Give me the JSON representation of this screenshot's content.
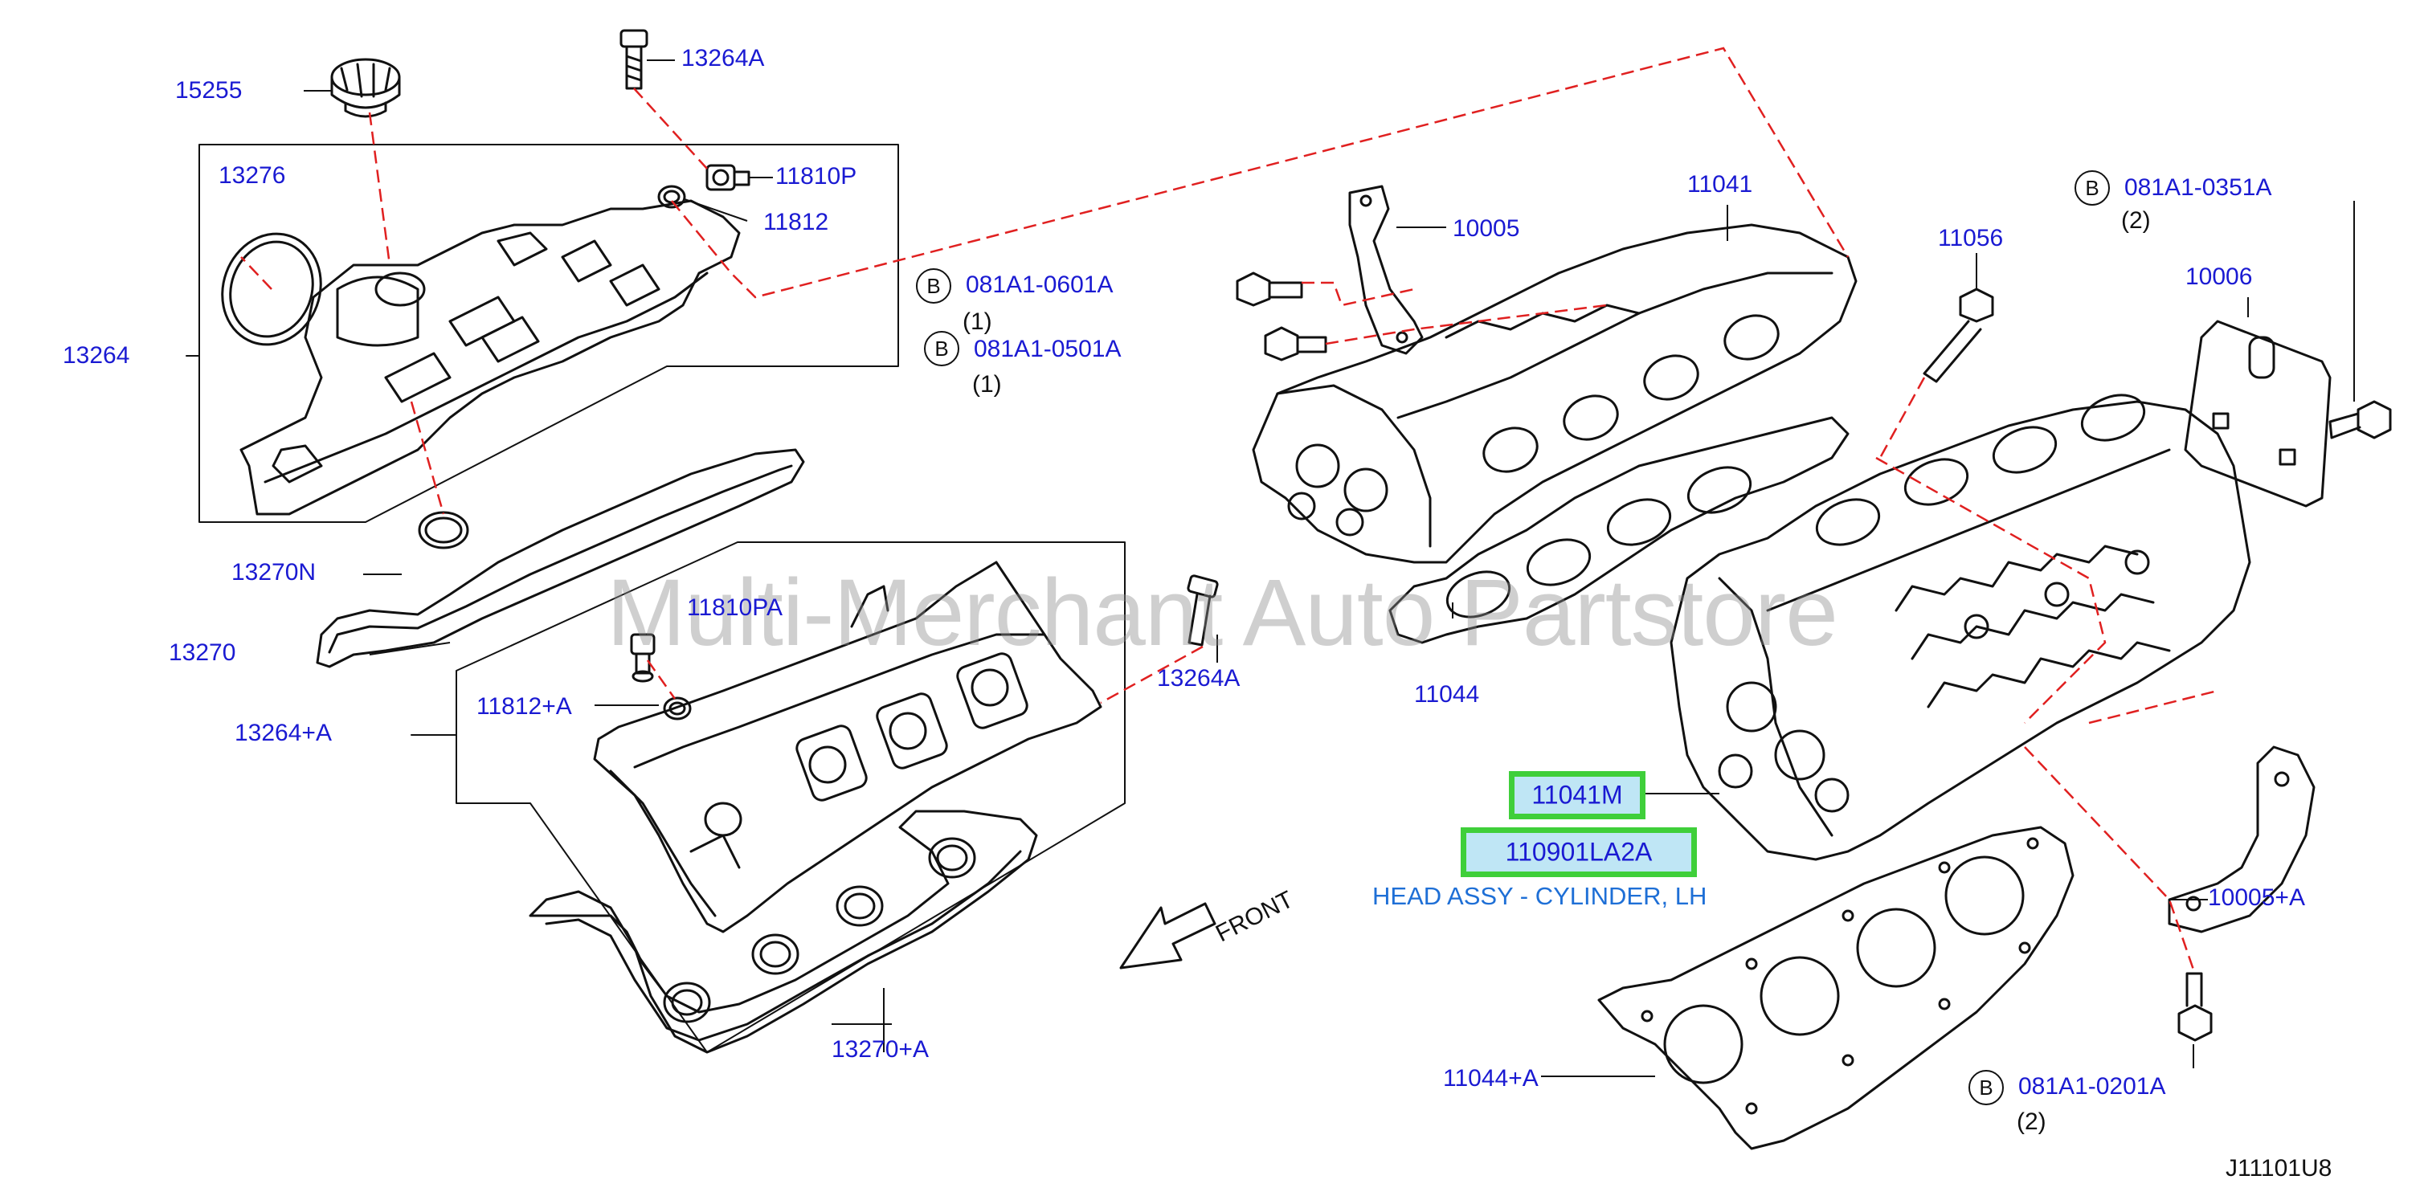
{
  "diagram_code": "J11101U8",
  "watermark": "Multi-Merchant Auto Partstore",
  "front_label": "FRONT",
  "highlighted_parts": [
    "11041M",
    "110901LA2A"
  ],
  "highlight_description": "HEAD ASSY - CYLINDER, LH",
  "part_labels": {
    "p15255": "15255",
    "p13264A_top": "13264A",
    "p13276": "13276",
    "p11810P": "11810P",
    "p11812": "11812",
    "p13264": "13264",
    "p13270N": "13270N",
    "p13270": "13270",
    "p11810PA": "11810PA",
    "p11812A": "11812+A",
    "p13264A_mid": "13264A",
    "p13264pA": "13264+A",
    "p13270pA": "13270+A",
    "p10005": "10005",
    "p11041": "11041",
    "p11056": "11056",
    "p10006": "10006",
    "p11044": "11044",
    "p10005pA": "10005+A",
    "p11044pA": "11044+A"
  },
  "bolt_callouts": [
    {
      "symbol": "B",
      "part": "081A1-0601A",
      "qty": "(1)"
    },
    {
      "symbol": "B",
      "part": "081A1-0501A",
      "qty": "(1)"
    },
    {
      "symbol": "B",
      "part": "081A1-0351A",
      "qty": "(2)"
    },
    {
      "symbol": "B",
      "part": "081A1-0201A",
      "qty": "(2)"
    }
  ],
  "colors": {
    "label": "#1a1ad2",
    "line": "#111111",
    "leader": "#e02020",
    "highlight_border": "#3fcf3a",
    "highlight_fill": "#bfe6f5"
  }
}
